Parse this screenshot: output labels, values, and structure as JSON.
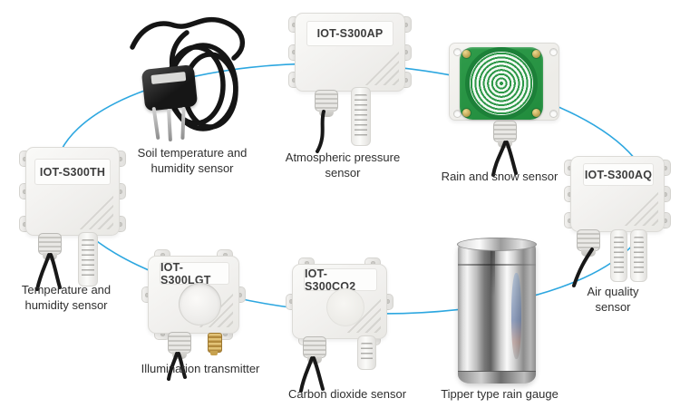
{
  "colors": {
    "accent_line": "#2da7e0",
    "sensor_green": "#2f9b4a",
    "enclosure": "#f1f0ee",
    "cable_black": "#181818"
  },
  "sensors": {
    "th": {
      "model": "IOT-S300TH",
      "caption": "Temperature and\nhumidity sensor"
    },
    "soil": {
      "caption": "Soil temperature and\nhumidity sensor"
    },
    "ap": {
      "model": "IOT-S300AP",
      "caption": "Atmospheric pressure\nsensor"
    },
    "rain_snow": {
      "caption": "Rain and snow sensor"
    },
    "aq": {
      "model": "IOT-S300AQ",
      "caption": "Air quality sensor"
    },
    "lgt": {
      "model": "IOT-S300LGT",
      "caption": "Illumination transmitter"
    },
    "co2": {
      "model": "IOT-S300CO2",
      "caption": "Carbon dioxide sensor"
    },
    "rain_gauge": {
      "caption": "Tipper type rain gauge"
    }
  }
}
